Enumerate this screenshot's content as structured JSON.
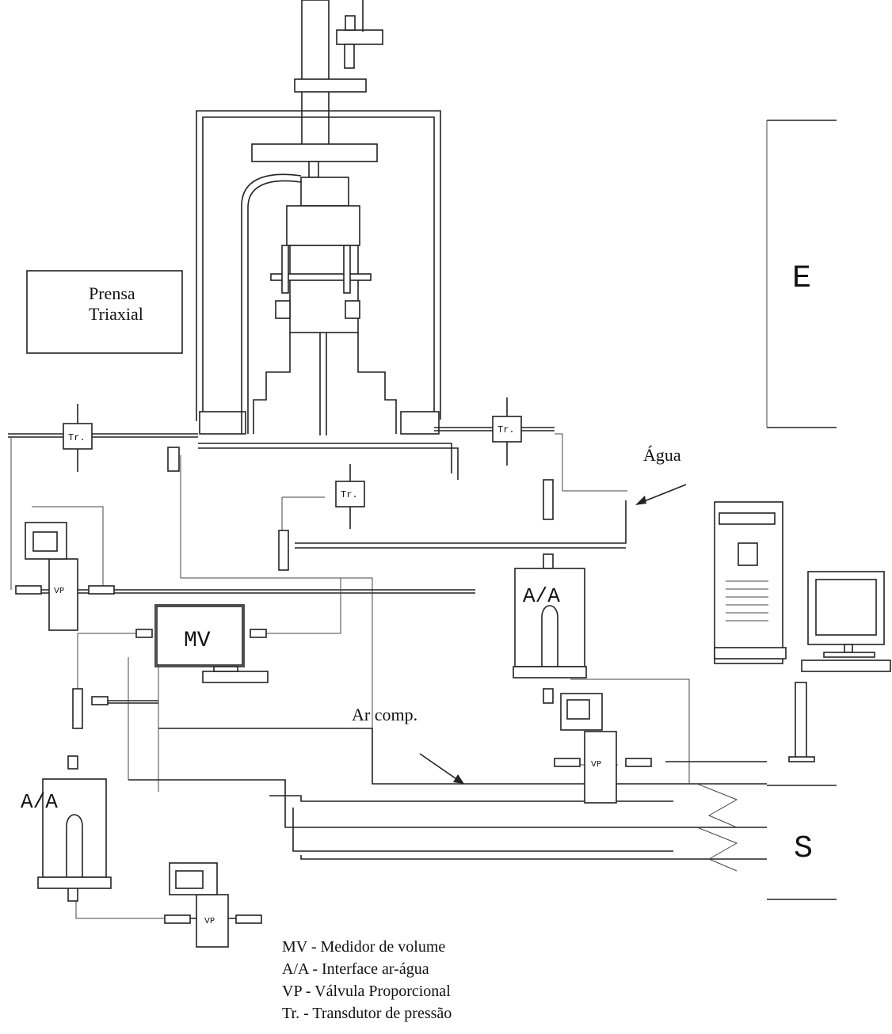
{
  "labels": {
    "prensa": [
      "Prensa",
      "Triaxial"
    ],
    "e": "E",
    "s": "S",
    "agua": "Água",
    "ar_comp": "Ar comp.",
    "mv": "MV",
    "aa": "A/A",
    "vp": "VP",
    "tr": "Tr."
  },
  "legend": [
    "MV - Medidor de volume",
    "A/A  - Interface ar-água",
    "VP - Válvula Proporcional",
    "Tr. - Transdutor de pressão"
  ]
}
